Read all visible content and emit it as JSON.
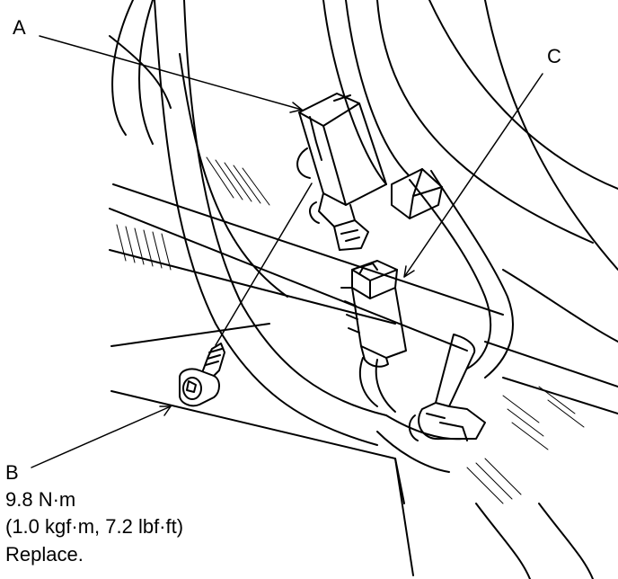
{
  "callouts": {
    "a": "A",
    "b": "B",
    "c": "C"
  },
  "spec": {
    "torque": "9.8 N·m",
    "torque_alt": "(1.0 kgf·m, 7.2 lbf·ft)",
    "note": "Replace."
  }
}
